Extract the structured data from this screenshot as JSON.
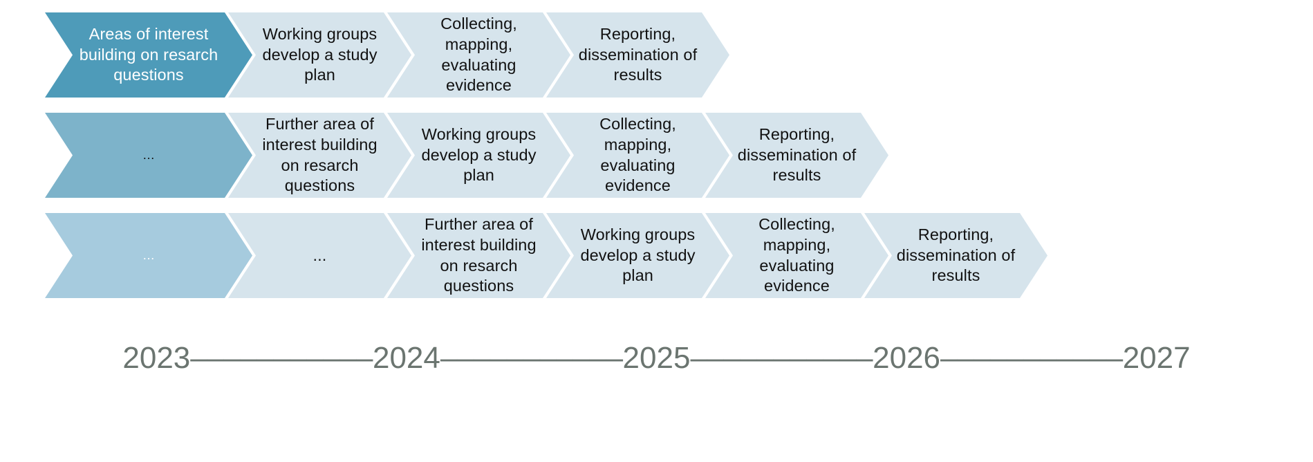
{
  "diagram": {
    "type": "process-timeline-chevrons",
    "title": "",
    "colors": {
      "stage_dark": "#4E9BB9",
      "stage_medium": "#7DB3CA",
      "stage_soft": "#A6CBDE",
      "stage_light": "#D6E4EC",
      "timeline_text": "#6B7570",
      "body_text": "#111111",
      "background": "#FFFFFF"
    },
    "rows": [
      {
        "name": "row-1",
        "steps": [
          {
            "label": "Areas of interest\nbuilding on resarch\nquestions",
            "tone": "dark"
          },
          {
            "label": "Working groups\ndevelop a study\nplan",
            "tone": "light"
          },
          {
            "label": "Collecting,\nmapping,\nevaluating\nevidence",
            "tone": "light"
          },
          {
            "label": "Reporting,\ndissemination of\nresults",
            "tone": "light"
          }
        ]
      },
      {
        "name": "row-2",
        "steps": [
          {
            "label": "…",
            "tone": "medium",
            "ellipsis": true
          },
          {
            "label": "Further area of\ninterest building\non resarch\nquestions",
            "tone": "light"
          },
          {
            "label": "Working groups\ndevelop a study\nplan",
            "tone": "light"
          },
          {
            "label": "Collecting,\nmapping,\nevaluating\nevidence",
            "tone": "light"
          },
          {
            "label": "Reporting,\ndissemination of\nresults",
            "tone": "light"
          }
        ]
      },
      {
        "name": "row-3",
        "steps": [
          {
            "label": "…",
            "tone": "soft",
            "ellipsis": true
          },
          {
            "label": "...",
            "tone": "light"
          },
          {
            "label": "Further area of\ninterest building\non resarch\nquestions",
            "tone": "light"
          },
          {
            "label": "Working groups\ndevelop a study\nplan",
            "tone": "light"
          },
          {
            "label": "Collecting,\nmapping,\nevaluating\nevidence",
            "tone": "light"
          },
          {
            "label": "Reporting,\ndissemination of\nresults",
            "tone": "light"
          }
        ]
      }
    ]
  },
  "timeline": {
    "name": "year-axis",
    "years": [
      "2023",
      "2024",
      "2025",
      "2026",
      "2027"
    ],
    "separator": "–––––––––––",
    "start_year": "2023",
    "end_year": "2027"
  }
}
